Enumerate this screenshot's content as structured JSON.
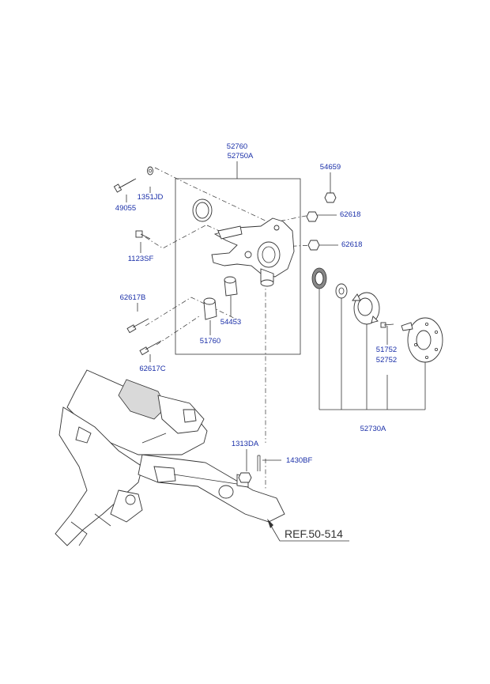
{
  "labels": {
    "p52760": "52760",
    "p52750a": "52750A",
    "p54659": "54659",
    "p1351jd": "1351JD",
    "p49055": "49055",
    "p62618a": "62618",
    "p62618b": "62618",
    "p1123sf": "1123SF",
    "p62617b": "62617B",
    "p54453": "54453",
    "p51760": "51760",
    "p62617c": "62617C",
    "p51752": "51752",
    "p52752": "52752",
    "p52730a": "52730A",
    "p1313da": "1313DA",
    "p1430bf": "1430BF"
  },
  "reference": "REF.50-514",
  "colors": {
    "label": "#1a2fa8",
    "line": "#333333"
  }
}
